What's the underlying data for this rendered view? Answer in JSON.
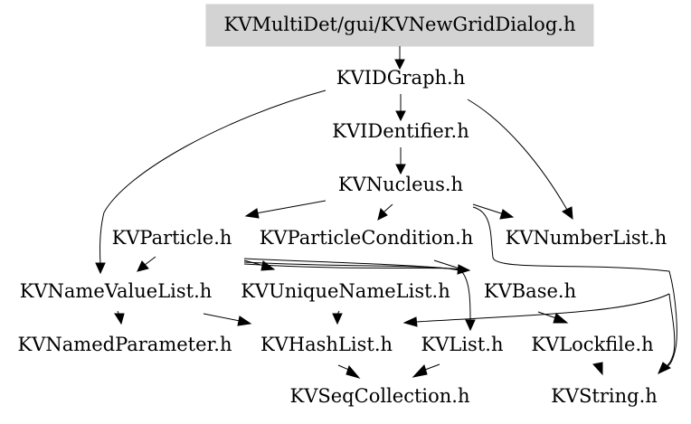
{
  "title": "KVMultiDet/gui/KVNewGridDialog.h",
  "nodes": {
    "root": "KVMultiDet/gui/KVNewGridDialog.h",
    "kvidgraph": "KVIDGraph.h",
    "kvidentifier": "KVIDentifier.h",
    "kvnucleus": "KVNucleus.h",
    "kvparticle": "KVParticle.h",
    "kvparticlecondition": "KVParticleCondition.h",
    "kvnumberlist": "KVNumberList.h",
    "kvnamevaluelist": "KVNameValueList.h",
    "kvuniquenamelist": "KVUniqueNameList.h",
    "kvbase": "KVBase.h",
    "kvnamedparameter": "KVNamedParameter.h",
    "kvhashlist": "KVHashList.h",
    "kvlist": "KVList.h",
    "kvlockfile": "KVLockfile.h",
    "kvseqcollection": "KVSeqCollection.h",
    "kvstring": "KVString.h"
  },
  "colors": {
    "root_fill": "#d3d3d3",
    "edge": "#000000",
    "text": "#000000",
    "background": "#ffffff"
  }
}
